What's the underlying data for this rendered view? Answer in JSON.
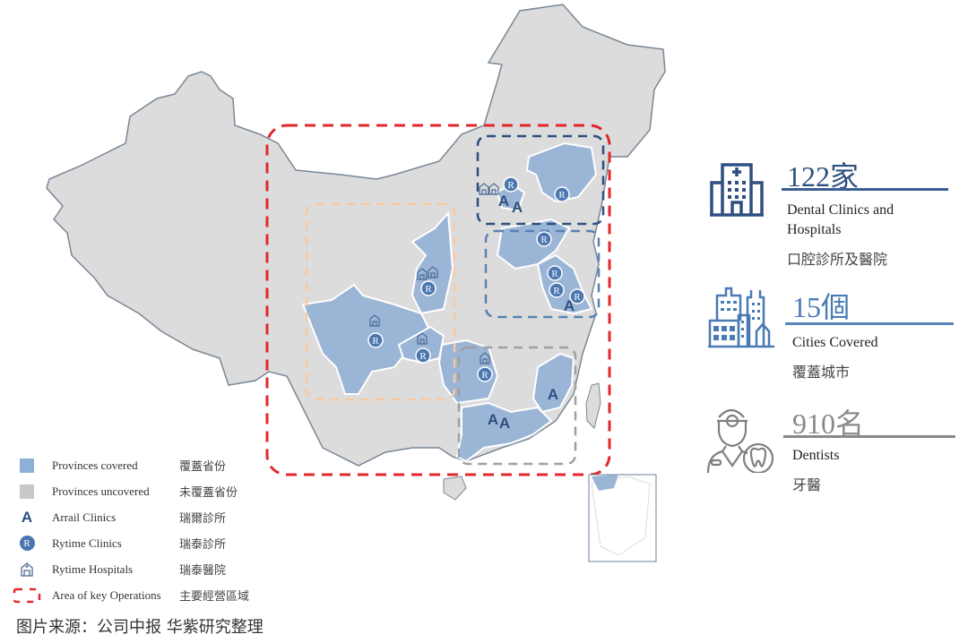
{
  "colors": {
    "covered": "#9bb5d6",
    "uncovered": "#dcdcdc",
    "key_ops_border": "#e0282e",
    "north_box": "#2f4f80",
    "east_box": "#5a82b5",
    "west_box": "#f7c9a3",
    "south_box": "#a0a0a0",
    "stat_blue": "#3a5f94",
    "stat_mid_blue": "#5a86bd",
    "stat_gray": "#888888"
  },
  "legend": {
    "items": [
      {
        "symbol": "swatch-covered",
        "en": "Provinces covered",
        "zh": "覆蓋省份"
      },
      {
        "symbol": "swatch-uncovered",
        "en": "Provinces uncovered",
        "zh": "未覆蓋省份"
      },
      {
        "symbol": "A",
        "en": "Arrail Clinics",
        "zh": "瑞爾診所"
      },
      {
        "symbol": "R",
        "en": "Rytime Clinics",
        "zh": "瑞泰診所"
      },
      {
        "symbol": "hospital-icon",
        "en": "Rytime Hospitals",
        "zh": "瑞泰醫院"
      },
      {
        "symbol": "dashed-box",
        "en": "Area of key Operations",
        "zh": "主要經營區域"
      }
    ]
  },
  "stats": [
    {
      "icon": "hospital-building-icon",
      "value": "122家",
      "en": "Dental Clinics and Hospitals",
      "en_line1": "Dental Clinics and",
      "en_line2": "Hospitals",
      "zh": "口腔診所及醫院"
    },
    {
      "icon": "city-buildings-icon",
      "value": "15個",
      "en": "Cities Covered",
      "zh": "覆蓋城市"
    },
    {
      "icon": "dentist-icon",
      "value": "910名",
      "en": "Dentists",
      "zh": "牙醫"
    }
  ],
  "map": {
    "markers": {
      "arrail_label": "A",
      "rytime_label": "R"
    }
  },
  "source": "图片来源：公司中报 华紫研究整理"
}
